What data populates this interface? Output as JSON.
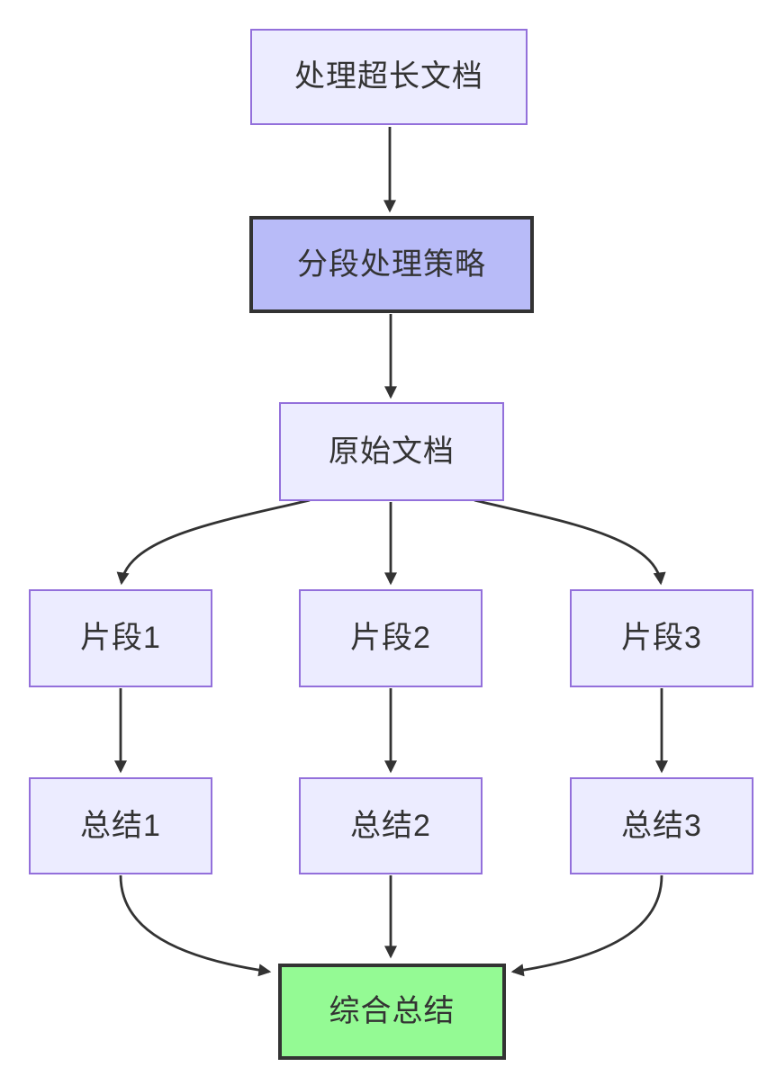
{
  "diagram": {
    "type": "flowchart-top-down",
    "nodes": [
      {
        "id": "A",
        "label": "处理超长文档",
        "role": "start"
      },
      {
        "id": "B",
        "label": "分段处理策略",
        "role": "strategy-emphasized"
      },
      {
        "id": "C",
        "label": "原始文档",
        "role": "default"
      },
      {
        "id": "D",
        "label": "片段1",
        "role": "default"
      },
      {
        "id": "E",
        "label": "片段2",
        "role": "default"
      },
      {
        "id": "F",
        "label": "片段3",
        "role": "default"
      },
      {
        "id": "G",
        "label": "总结1",
        "role": "default"
      },
      {
        "id": "H",
        "label": "总结2",
        "role": "default"
      },
      {
        "id": "I",
        "label": "总结3",
        "role": "default"
      },
      {
        "id": "J",
        "label": "综合总结",
        "role": "result-emphasized"
      }
    ],
    "edges": [
      {
        "from": "处理超长文档",
        "to": "分段处理策略"
      },
      {
        "from": "分段处理策略",
        "to": "原始文档"
      },
      {
        "from": "原始文档",
        "to": "片段1"
      },
      {
        "from": "原始文档",
        "to": "片段2"
      },
      {
        "from": "原始文档",
        "to": "片段3"
      },
      {
        "from": "片段1",
        "to": "总结1"
      },
      {
        "from": "片段2",
        "to": "总结2"
      },
      {
        "from": "片段3",
        "to": "总结3"
      },
      {
        "from": "总结1",
        "to": "综合总结"
      },
      {
        "from": "总结2",
        "to": "综合总结"
      },
      {
        "from": "总结3",
        "to": "综合总结"
      }
    ],
    "colors": {
      "background": "#FFFFFF",
      "node_fill": "#ECECFF",
      "node_border": "#9370DB",
      "strategy_fill": "#B8BBF8",
      "result_fill": "#94FA94",
      "emphasis_border": "#333333",
      "edge_stroke": "#333333",
      "text": "#333333"
    }
  }
}
